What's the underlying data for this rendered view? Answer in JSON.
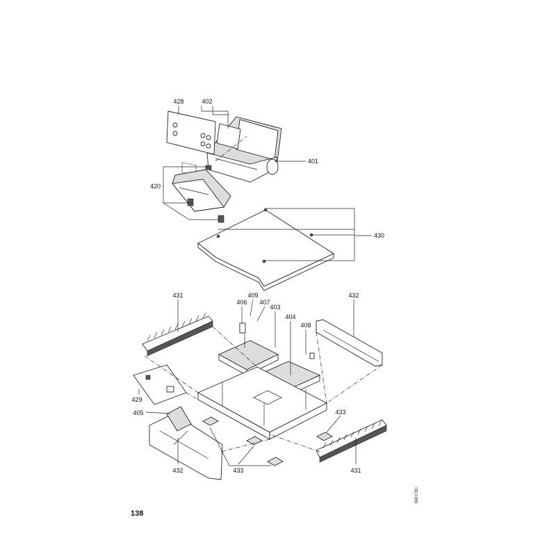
{
  "page_number": "138",
  "document_code": "5681780",
  "part_labels": {
    "p428": "428",
    "p402": "402",
    "p401": "401",
    "p420": "420",
    "p430": "430",
    "p431a": "431",
    "p406": "406",
    "p409": "409",
    "p407": "407",
    "p403": "403",
    "p404": "404",
    "p408": "408",
    "p432a": "432",
    "p429": "429",
    "p405": "405",
    "p433a": "433",
    "p432b": "432",
    "p433b": "433",
    "p431b": "431"
  }
}
